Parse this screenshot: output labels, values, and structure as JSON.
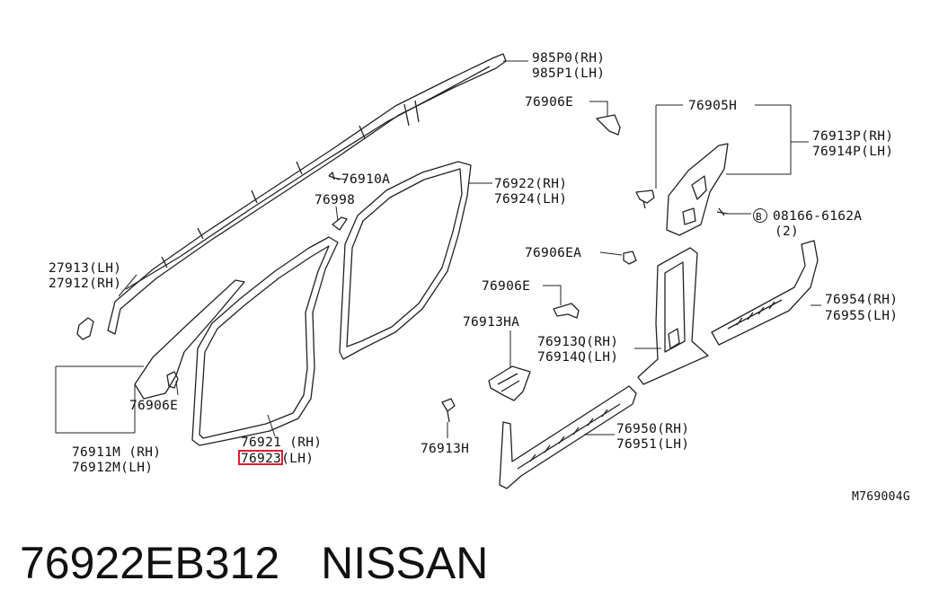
{
  "footer": {
    "part_number": "76922EB312",
    "brand": "NISSAN"
  },
  "drawing_code": "M769004G",
  "callouts": {
    "c985p0": "985P0(RH)",
    "c985p1": "985P1(LH)",
    "c76906e_top": "76906E",
    "c76905h": "76905H",
    "c76913p": "76913P(RH)",
    "c76914p": "76914P(LH)",
    "c76910a": "76910A",
    "c76998": "76998",
    "c76922": "76922(RH)",
    "c76924": "76924(LH)",
    "c08166": "08166-6162A",
    "c08166_qty": "(2)",
    "c76906ea": "76906EA",
    "c27913": "27913(LH)",
    "c27912": "27912(RH)",
    "c76906e_mid": "76906E",
    "c76954": "76954(RH)",
    "c76955": "76955(LH)",
    "c76913ha": "76913HA",
    "c76913q": "76913Q(RH)",
    "c76914q": "76914Q(LH)",
    "c76906e_left": "76906E",
    "c76911m": "76911M (RH)",
    "c76912m": "76912M(LH)",
    "c76921": "76921 (RH)",
    "c76923": "76923(LH)",
    "c76913h": "76913H",
    "c76950": "76950(RH)",
    "c76951": "76951(LH)",
    "bolt_symbol": "B"
  },
  "highlight": {
    "part": "76923",
    "color": "#e0001b"
  }
}
